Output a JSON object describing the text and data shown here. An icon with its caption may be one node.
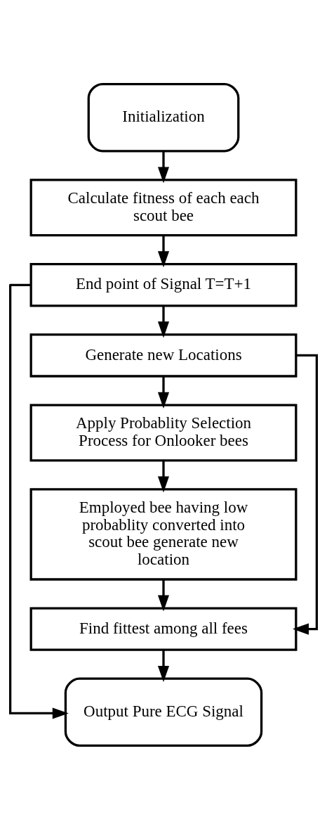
{
  "diagram": {
    "nodes": [
      {
        "text": [
          "Initialization"
        ]
      },
      {
        "text": [
          "Calculate fitness of each each scout bee"
        ]
      },
      {
        "text": [
          "End point of Signal T=T+1"
        ]
      },
      {
        "text": [
          "Generate new Locations"
        ]
      },
      {
        "text": [
          "Apply Probablity Selection Process for Onlooker bees"
        ]
      },
      {
        "text": [
          "Employed bee having low probablity converted into scout bee generate new location"
        ]
      },
      {
        "text": [
          "Find fittest among all fees"
        ]
      },
      {
        "text": [
          "Output Pure ECG Signal"
        ]
      }
    ],
    "edges": [
      {
        "from": 0,
        "to": 1,
        "arrow": "to"
      },
      {
        "from": 1,
        "to": 2,
        "arrow": "to"
      },
      {
        "from": 2,
        "to": 3,
        "arrow": "to"
      },
      {
        "from": 3,
        "to": 4,
        "arrow": "to"
      },
      {
        "from": 4,
        "to": 5,
        "arrow": "to"
      },
      {
        "from": 3,
        "to": 6,
        "arrow": "to"
      },
      {
        "from": 5,
        "to": 6,
        "arrow": "to"
      },
      {
        "from": 2,
        "to": 7,
        "arrow": "to"
      },
      {
        "from": 6,
        "to": 7,
        "arrow": "to"
      }
    ]
  }
}
